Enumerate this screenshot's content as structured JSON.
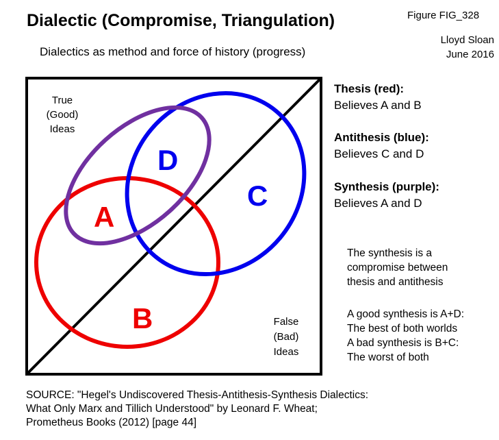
{
  "title": "Dialectic (Compromise, Triangulation)",
  "subtitle": "Dialectics as method and force of history (progress)",
  "figure_id": "Figure FIG_328",
  "author": "Lloyd Sloan",
  "date": "June 2016",
  "diagram": {
    "true_label": [
      "True",
      "(Good)",
      "Ideas"
    ],
    "false_label": [
      "False",
      "(Bad)",
      "Ideas"
    ],
    "regions": {
      "A": "A",
      "B": "B",
      "C": "C",
      "D": "D"
    },
    "colors": {
      "thesis": "#ee0000",
      "antithesis": "#0000ee",
      "synthesis": "#7030a0",
      "frame": "#000000"
    }
  },
  "legend": {
    "thesis": {
      "head": "Thesis (red):",
      "body": "Believes A and B"
    },
    "antithesis": {
      "head": "Antithesis (blue):",
      "body": "Believes C and D"
    },
    "synthesis": {
      "head": "Synthesis (purple):",
      "body": "Believes A and D"
    }
  },
  "notes": {
    "n1": [
      "The synthesis is a",
      "compromise between",
      "thesis and antithesis"
    ],
    "n2": [
      "A good synthesis is A+D:",
      "The best of both worlds",
      "A bad synthesis is B+C:",
      "The worst of both"
    ]
  },
  "source": [
    "SOURCE: \"Hegel's Undiscovered Thesis-Antithesis-Synthesis Dialectics:",
    "What Only Marx and Tillich Understood\" by Leonard F. Wheat;",
    "Prometheus Books (2012) [page 44]"
  ]
}
